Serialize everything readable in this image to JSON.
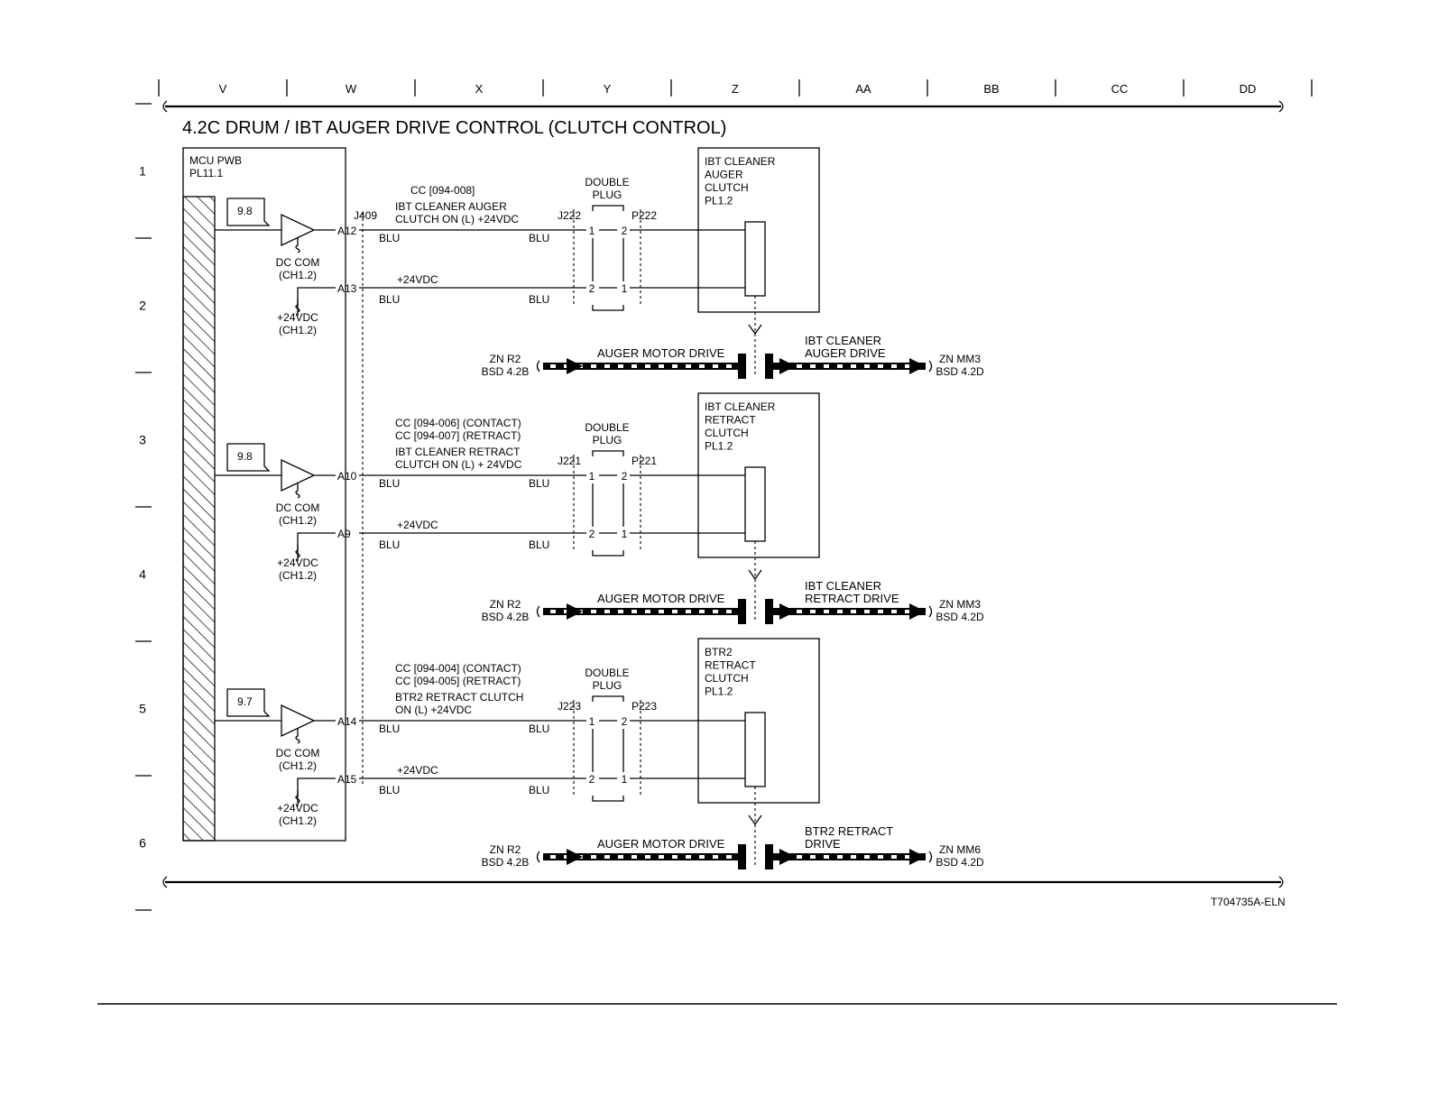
{
  "title": "4.2C DRUM / IBT AUGER DRIVE CONTROL (CLUTCH CONTROL)",
  "columns": [
    "V",
    "W",
    "X",
    "Y",
    "Z",
    "AA",
    "BB",
    "CC",
    "DD"
  ],
  "rows": [
    "1",
    "2",
    "3",
    "4",
    "5",
    "6"
  ],
  "mcu": {
    "name": "MCU PWB",
    "pl": "PL11.1"
  },
  "connector": "J409",
  "wire_color": "BLU",
  "circuits": [
    {
      "ref": "9.8",
      "cc1": "CC [094-008]",
      "cc2": "",
      "sig1": "IBT CLEANER AUGER",
      "sig2": "CLUTCH ON (L) +24VDC",
      "pin_sig": "A12",
      "pin_pwr": "A13",
      "plug": [
        "DOUBLE",
        "PLUG"
      ],
      "jack": "J222",
      "pconn": "P222",
      "comp": [
        "IBT CLEANER",
        "AUGER",
        "CLUTCH",
        "PL1.2"
      ],
      "dc_com": [
        "DC COM",
        "(CH1.2)"
      ],
      "pwr_label": [
        "+24VDC",
        "(CH1.2)"
      ],
      "pwr_wire": "+24VDC",
      "left_zone": [
        "ZN R2",
        "BSD 4.2B"
      ],
      "drive_left": "AUGER MOTOR DRIVE",
      "drive_right": [
        "IBT CLEANER",
        "AUGER DRIVE"
      ],
      "right_zone": [
        "ZN MM3",
        "BSD 4.2D"
      ]
    },
    {
      "ref": "9.8",
      "cc1": "CC [094-006] (CONTACT)",
      "cc2": "CC [094-007] (RETRACT)",
      "sig1": "IBT CLEANER RETRACT",
      "sig2": "CLUTCH ON (L) + 24VDC",
      "pin_sig": "A10",
      "pin_pwr": "A9",
      "plug": [
        "DOUBLE",
        "PLUG"
      ],
      "jack": "J221",
      "pconn": "P221",
      "comp": [
        "IBT CLEANER",
        "RETRACT",
        "CLUTCH",
        "PL1.2"
      ],
      "dc_com": [
        "DC COM",
        "(CH1.2)"
      ],
      "pwr_label": [
        "+24VDC",
        "(CH1.2)"
      ],
      "pwr_wire": "+24VDC",
      "left_zone": [
        "ZN R2",
        "BSD 4.2B"
      ],
      "drive_left": "AUGER MOTOR DRIVE",
      "drive_right": [
        "IBT CLEANER",
        "RETRACT DRIVE"
      ],
      "right_zone": [
        "ZN MM3",
        "BSD 4.2D"
      ]
    },
    {
      "ref": "9.7",
      "cc1": "CC [094-004] (CONTACT)",
      "cc2": "CC [094-005] (RETRACT)",
      "sig1": "BTR2 RETRACT CLUTCH",
      "sig2": "ON (L) +24VDC",
      "pin_sig": "A14",
      "pin_pwr": "A15",
      "plug": [
        "DOUBLE",
        "PLUG"
      ],
      "jack": "J223",
      "pconn": "P223",
      "comp": [
        "BTR2",
        "RETRACT",
        "CLUTCH",
        "PL1.2"
      ],
      "dc_com": [
        "DC COM",
        "(CH1.2)"
      ],
      "pwr_label": [
        "+24VDC",
        "(CH1.2)"
      ],
      "pwr_wire": "+24VDC",
      "left_zone": [
        "ZN R2",
        "BSD 4.2B"
      ],
      "drive_left": "AUGER MOTOR DRIVE",
      "drive_right": [
        "BTR2 RETRACT",
        "DRIVE"
      ],
      "right_zone": [
        "ZN MM6",
        "BSD 4.2D"
      ]
    }
  ],
  "doc_id": "T704735A-ELN"
}
